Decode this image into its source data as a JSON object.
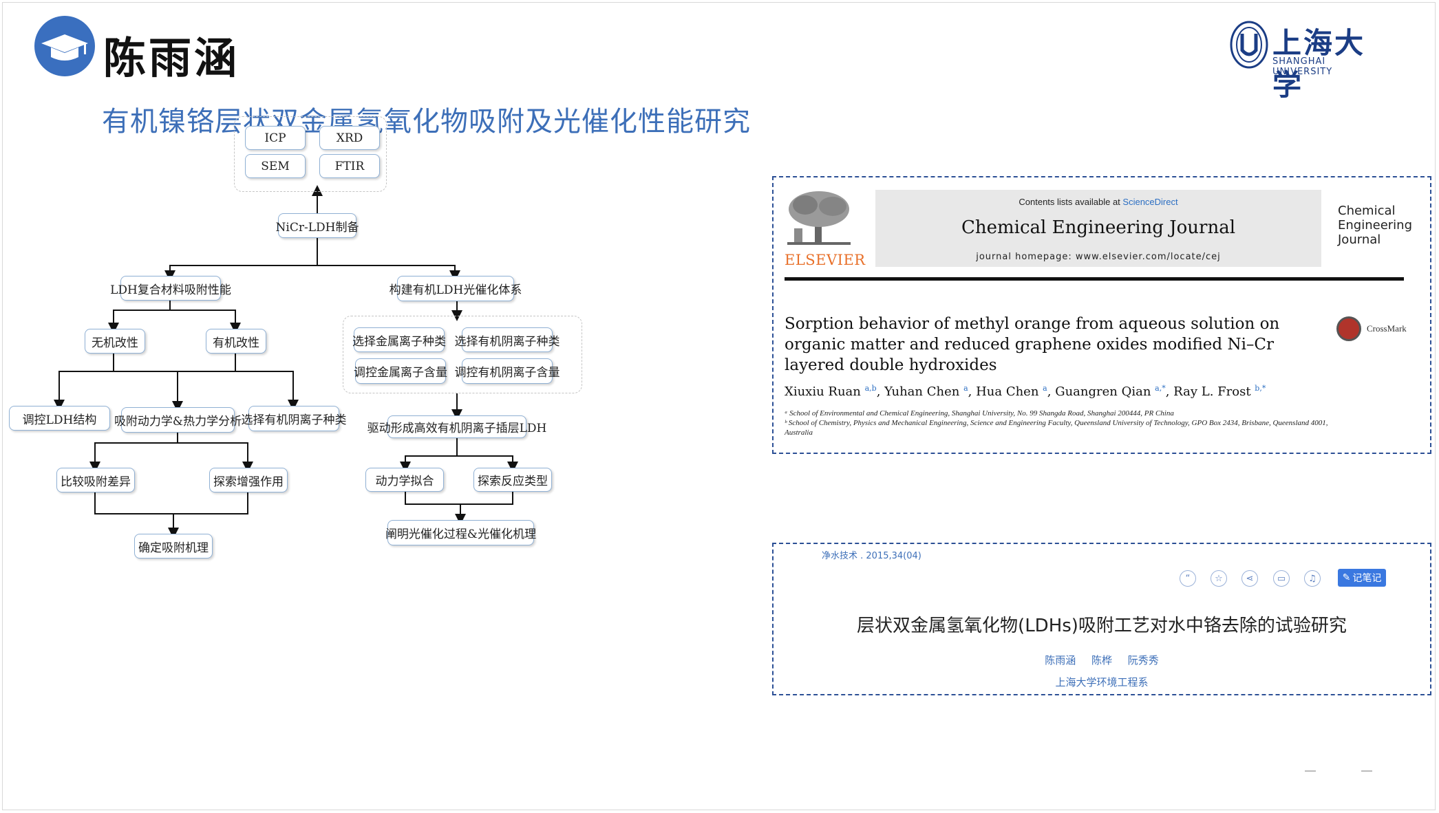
{
  "header": {
    "name": "陈雨涵",
    "subtitle": "有机镍铬层状双金属氢氧化物吸附及光催化性能研究",
    "logo_cn": "上海大学",
    "logo_en": "SHANGHAI UNIVERSITY"
  },
  "flowchart": {
    "char_top": [
      "ICP",
      "XRD"
    ],
    "char_bottom": [
      "SEM",
      "FTIR"
    ],
    "root": "NiCr-LDH制备",
    "left": {
      "branch": "LDH复合材料吸附性能",
      "inorganic": "无机改性",
      "organic": "有机改性",
      "level3": [
        "调控LDH结构",
        "吸附动力学&热力学分析",
        "选择有机阴离子种类"
      ],
      "level4": [
        "比较吸附差异",
        "探索增强作用"
      ],
      "result": "确定吸附机理"
    },
    "right": {
      "branch": "构建有机LDH光催化体系",
      "options": [
        "选择金属离子种类",
        "选择有机阴离子种类",
        "调控金属离子含量",
        "调控有机阴离子含量"
      ],
      "drive": "驱动形成高效有机阴离子插层LDH",
      "level4": [
        "动力学拟合",
        "探索反应类型"
      ],
      "result": "阐明光催化过程&光催化机理"
    }
  },
  "paper1": {
    "publisher": "ELSEVIER",
    "contents_prefix": "Contents lists available at ",
    "contents_link": "ScienceDirect",
    "journal": "Chemical Engineering Journal",
    "homepage": "journal homepage: www.elsevier.com/locate/cej",
    "cover_line1": "Chemical",
    "cover_line2": "Engineering",
    "cover_line3": "Journal",
    "crossmark": "CrossMark",
    "title": "Sorption behavior of methyl orange from aqueous solution on organic matter and reduced graphene oxides modified Ni–Cr layered double hydroxides",
    "authors": [
      {
        "name": "Xiuxiu Ruan",
        "sup": "a,b"
      },
      {
        "name": "Yuhan Chen",
        "sup": "a"
      },
      {
        "name": "Hua Chen",
        "sup": "a"
      },
      {
        "name": "Guangren Qian",
        "sup": "a,*"
      },
      {
        "name": "Ray L. Frost",
        "sup": "b,*"
      }
    ],
    "affiliation_a": "ᵃ School of Environmental and Chemical Engineering, Shanghai University, No. 99 Shangda Road, Shanghai 200444, PR China",
    "affiliation_b": "ᵇ School of Chemistry, Physics and Mechanical Engineering, Science and Engineering Faculty, Queensland University of Technology, GPO Box 2434, Brisbane, Queensland 4001, Australia"
  },
  "paper2": {
    "meta": "净水技术 . 2015,34(04)",
    "note_button": "记笔记",
    "title": "层状双金属氢氧化物(LDHs)吸附工艺对水中铬去除的试验研究",
    "authors": "陈雨涵 陈桦 阮秀秀",
    "institution": "上海大学环境工程系"
  },
  "colors": {
    "accent": "#3d6fb8",
    "node_border": "#8fb0d4",
    "paper_border": "#2b4f95",
    "elsevier": "#e8702a"
  }
}
